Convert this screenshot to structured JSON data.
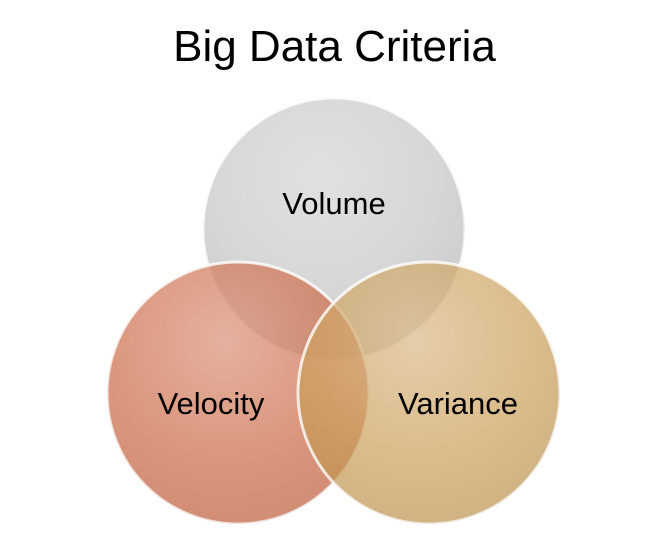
{
  "title": "Big Data Criteria",
  "circles": [
    {
      "key": "volume",
      "label": "Volume",
      "color": "#cfcfcf"
    },
    {
      "key": "velocity",
      "label": "Velocity",
      "color": "#c8603a"
    },
    {
      "key": "variance",
      "label": "Variance",
      "color": "#c89a50"
    }
  ]
}
